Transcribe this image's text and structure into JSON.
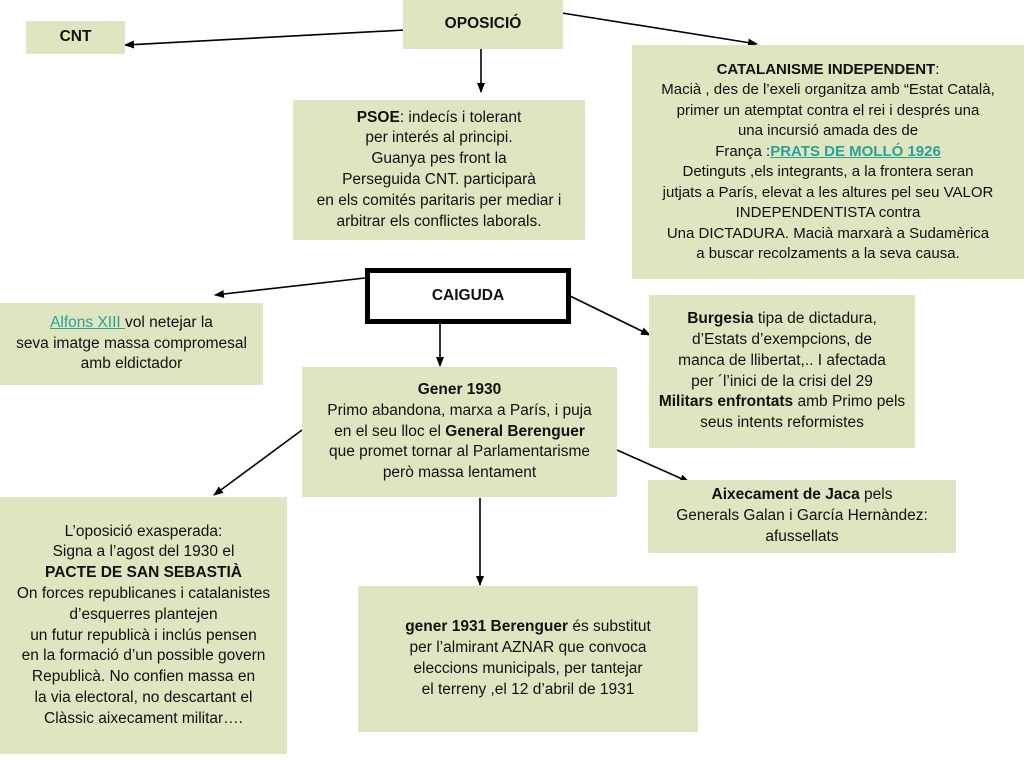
{
  "oposicio": {
    "title": "OPOSICIÓ"
  },
  "cnt": {
    "title": "CNT"
  },
  "catalanisme": {
    "title": "CATALANISME INDEPENDENT",
    "colon": ":",
    "l2": "Macià , des de l’exeli organitza amb “Estat Català,",
    "l3": "primer un atemptat contra el rei i després una",
    "l4": "una incursió amada des de",
    "l5a": "França :",
    "l5link": "PRATS DE MOLLÓ 1926",
    "l6": "Detinguts ,els integrants, a la frontera seran",
    "l7": "jutjats a París, elevat a les altures pel seu VALOR",
    "l8": "INDEPENDENTISTA contra",
    "l9": "Una DICTADURA. Macià marxarà a Sudamèrica",
    "l10": "a buscar recolzaments a la seva causa."
  },
  "psoe": {
    "title": "PSOE",
    "l1rest": ": indecís i tolerant",
    "l2": "per interés al principi.",
    "l3": "Guanya pes front la",
    "l4": "Perseguida CNT. participarà",
    "l5": "en els comités paritaris per mediar i",
    "l6": "arbitrar els conflictes laborals."
  },
  "caiguda": {
    "title": "CAIGUDA"
  },
  "alfons": {
    "link": "Alfons XIII ",
    "l1rest": "vol netejar la",
    "l2": "seva imatge massa compromesal",
    "l3": "amb eldictador"
  },
  "burgesia": {
    "b1": "Burgesia",
    "l1rest": " tipa de dictadura,",
    "l2": "d’Estats d’exempcions, de",
    "l3": "manca de llibertat,.. I afectada",
    "l4": "per ´l’inici de la crisi del 29",
    "b5": "Militars enfrontats",
    "l5rest": " amb Primo pels",
    "l6": "seus intents reformistes"
  },
  "gener1930": {
    "title": "Gener 1930",
    "l2": "Primo abandona, marxa a París, i puja",
    "l3a": "en el seu lloc el ",
    "l3b": "General Berenguer",
    "l4": "que promet tornar al Parlamentarisme",
    "l5": "però massa lentament"
  },
  "jaca": {
    "b1": "Aixecament de Jaca",
    "l1rest": " pels",
    "l2": "Generals Galan i García Hernàndez:",
    "l3": "afussellats"
  },
  "oposicio_exasp": {
    "l1": "L’oposició exasperada:",
    "l2": "Signa a l’agost del 1930 el",
    "l3": "PACTE DE SAN SEBASTIÀ",
    "l4": "On forces republicanes i catalanistes",
    "l5": "d’esquerres plantejen",
    "l6": "un futur republicà i inclús pensen",
    "l7": "en la formació d’un possible govern",
    "l8": "Republicà. No confien massa en",
    "l9": "la via electoral, no descartant el",
    "l10": "Clàssic aixecament militar…."
  },
  "gener1931": {
    "b1": "gener 1931 Berenguer",
    "l1rest": " és substitut",
    "l2": "per l’almirant AZNAR que convoca",
    "l3": "eleccions municipals, per tantejar",
    "l4": "el terreny ,el 12 d’abril de 1931"
  },
  "colors": {
    "box": "#dfe5c1",
    "link": "#2aa198",
    "border": "#000000"
  }
}
